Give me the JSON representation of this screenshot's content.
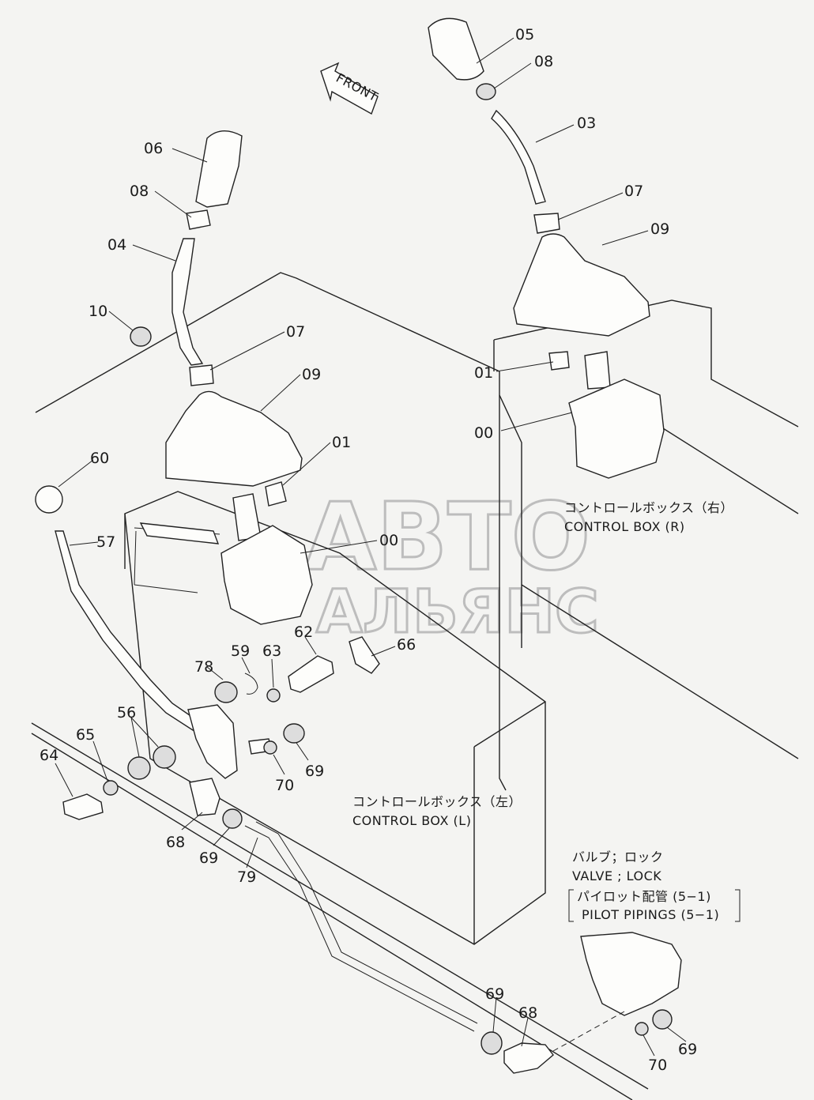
{
  "watermark": {
    "line1": "АВТО",
    "line2": "АЛЬЯНС"
  },
  "front_label": "FRONT",
  "part_labels": {
    "p05": "05",
    "p08a": "08",
    "p03": "03",
    "p07a": "07",
    "p09a": "09",
    "p01a": "01",
    "p00a": "00",
    "p06": "06",
    "p08b": "08",
    "p04": "04",
    "p10": "10",
    "p07b": "07",
    "p09b": "09",
    "p01b": "01",
    "p00b": "00",
    "p60": "60",
    "p57": "57",
    "p62": "62",
    "p66": "66",
    "p78": "78",
    "p59": "59",
    "p63": "63",
    "p56": "56",
    "p65": "65",
    "p64": "64",
    "p69a": "69",
    "p70a": "70",
    "p68a": "68",
    "p69b": "69",
    "p79": "79",
    "p69c": "69",
    "p68b": "68",
    "p69d": "69",
    "p70b": "70"
  },
  "captions": {
    "box_r_jp": "コントロールボックス（右）",
    "box_r_en": "CONTROL BOX (R)",
    "box_l_jp": "コントロールボックス（左）",
    "box_l_en": "CONTROL BOX (L)",
    "valve_jp": "バルブ；ロック",
    "valve_en": "VALVE ; LOCK",
    "pilot_jp": "パイロット配管 (5−1)",
    "pilot_en": "PILOT PIPINGS (5−1)"
  }
}
